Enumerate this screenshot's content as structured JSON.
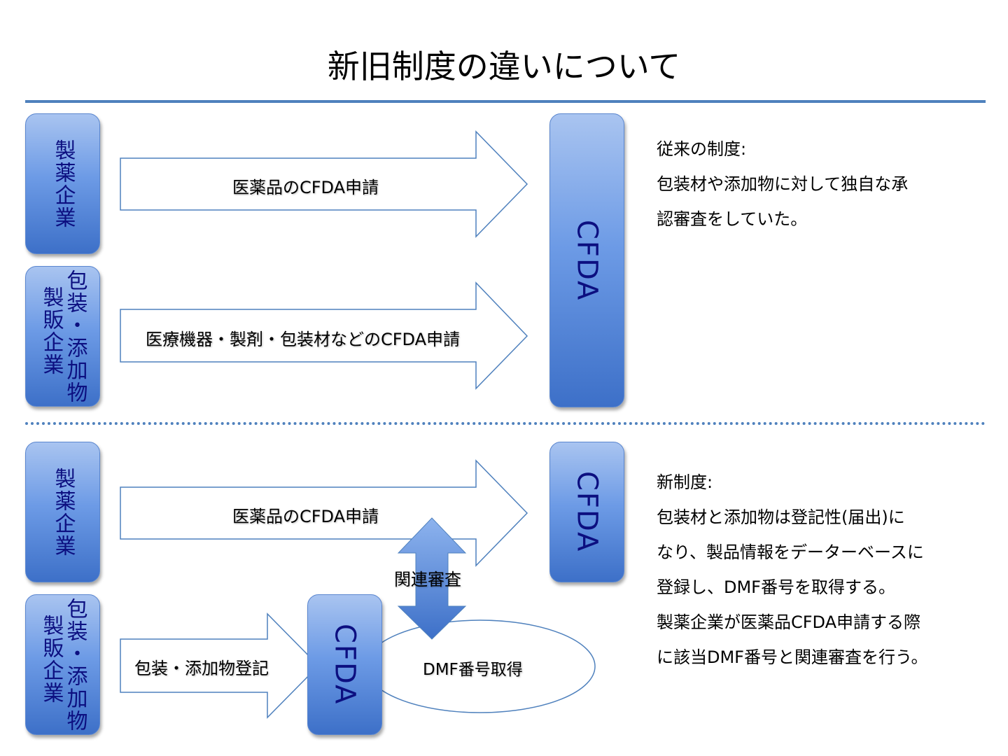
{
  "title": "新旧制度の違いについて",
  "old_system": {
    "pharma_box": "製薬企業",
    "packaging_box_col1": "包装・添加物",
    "packaging_box_col2": "製販企業",
    "arrow1_label": "医薬品のCFDA申請",
    "arrow2_label": "医療機器・製剤・包装材などのCFDA申請",
    "cfda_box": "CFDA",
    "description": [
      "従来の制度:",
      "包装材や添加物に対して独自な承",
      "認審査をしていた。"
    ]
  },
  "new_system": {
    "pharma_box": "製薬企業",
    "packaging_box_col1": "包装・添加物",
    "packaging_box_col2": "製販企業",
    "arrow1_label": "医薬品のCFDA申請",
    "arrow2_label": "包装・添加物登記",
    "cfda_top": "CFDA",
    "cfda_small": "CFDA",
    "related_review": "関連審査",
    "dmf_ellipse": "DMF番号取得",
    "description": [
      "新制度:",
      "包装材と添加物は登記性(届出)に",
      "なり、製品情報をデーターベースに",
      "登録し、DMF番号を取得する。",
      "製薬企業が医薬品CFDA申請する際",
      "に該当DMF番号と関連審査を行う。"
    ]
  },
  "colors": {
    "accent": "#4f81bd",
    "box_text": "#0c0f80",
    "arrow_stroke": "#4f81bd"
  }
}
